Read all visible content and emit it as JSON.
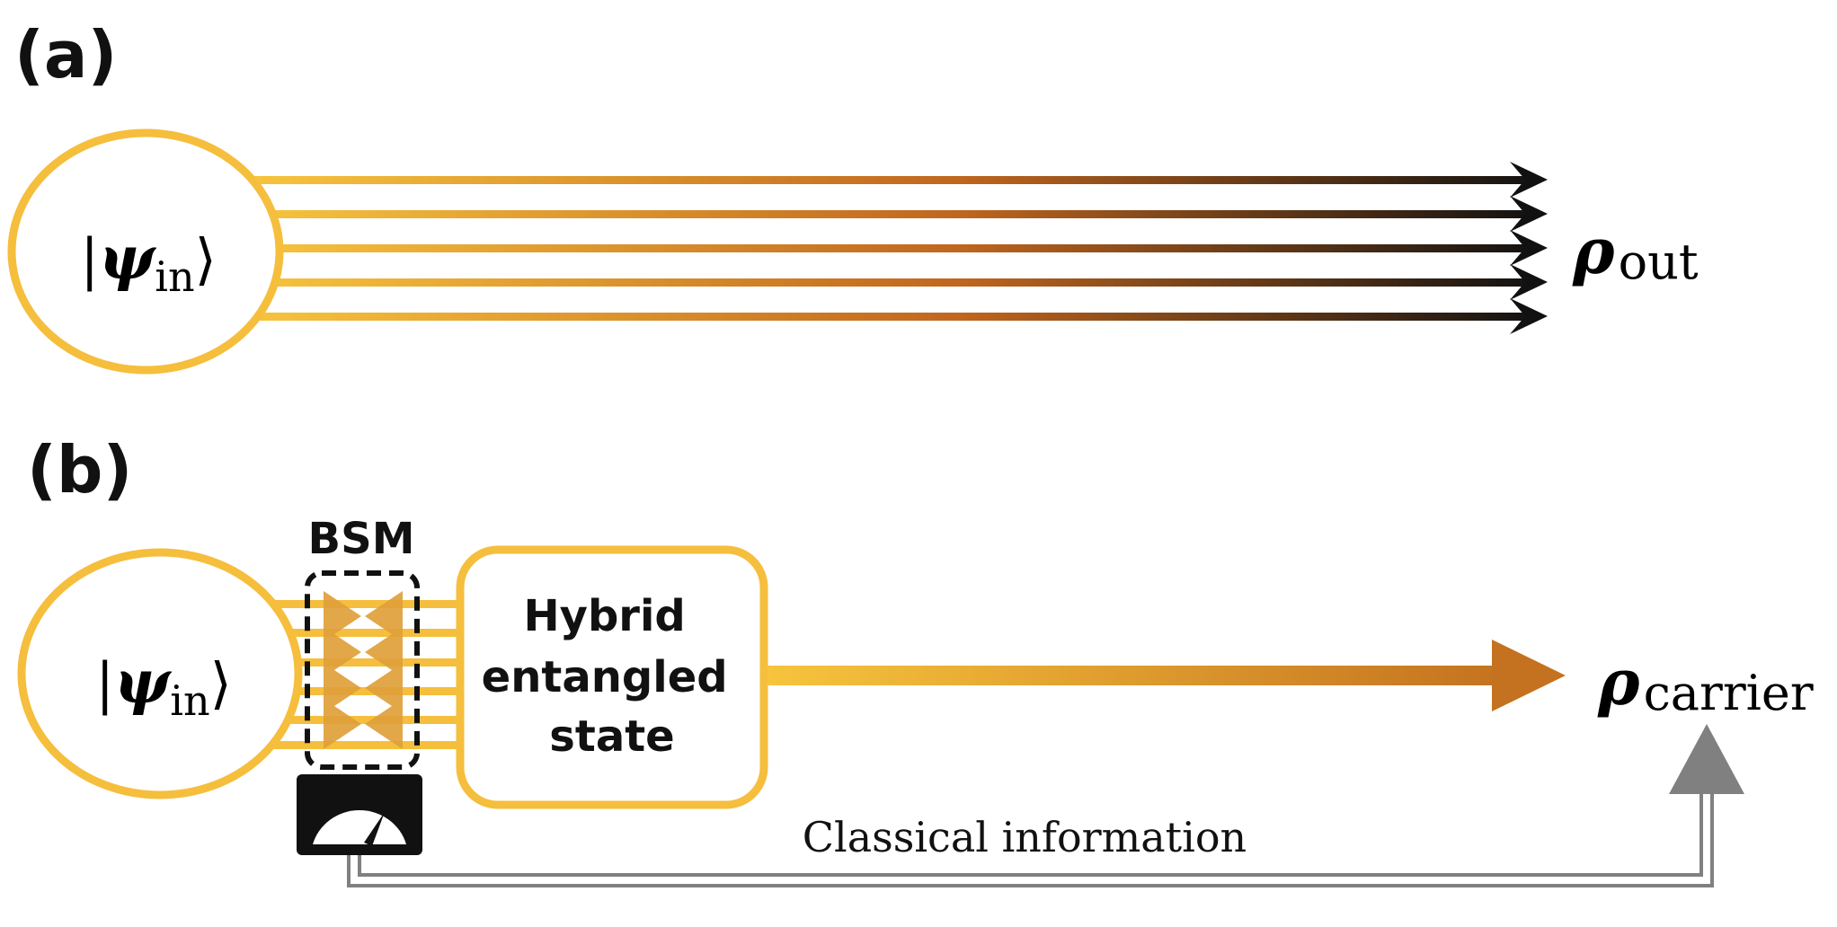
{
  "panel_a": {
    "label": "(a)",
    "input_state": {
      "ket_left": "|",
      "psi": "ψ",
      "subscript": "in",
      "ket_right": "⟩"
    },
    "output_state": {
      "rho": "ρ",
      "subscript": "out"
    },
    "channel_count": 5
  },
  "panel_b": {
    "label": "(b)",
    "input_state": {
      "ket_left": "|",
      "psi": "ψ",
      "subscript": "in",
      "ket_right": "⟩"
    },
    "bsm_label": "BSM",
    "hybrid_box_lines": [
      "Hybrid",
      "entangled",
      "state"
    ],
    "output_state": {
      "rho": "ρ",
      "subscript": "carrier"
    },
    "classical_label": "Classical information"
  },
  "colors": {
    "gold": "#F5BE3C",
    "orange": "#C0661E",
    "dark": "#111111",
    "gray": "#808080"
  },
  "icons": {
    "meter": "measurement-meter-icon"
  }
}
